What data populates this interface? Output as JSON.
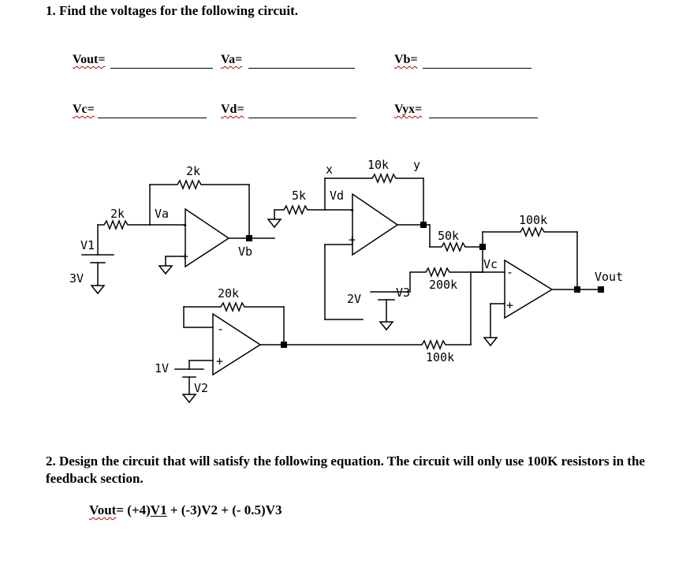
{
  "question1": {
    "text": "1. Find the voltages for the following circuit."
  },
  "answer_fields": [
    {
      "label": "Vout=",
      "value": ""
    },
    {
      "label": "Va=",
      "value": ""
    },
    {
      "label": "Vb=",
      "value": ""
    },
    {
      "label": "Vc=",
      "value": ""
    },
    {
      "label": "Vd=",
      "value": ""
    },
    {
      "label": "Vyx=",
      "value": ""
    }
  ],
  "circuit": {
    "labels": {
      "v1": "V1",
      "v1_value": "3V",
      "r_in1": "2k",
      "node_a": "Va",
      "r_fb1": "2k",
      "node_b": "Vb",
      "r_5k": "5k",
      "node_x": "x",
      "node_d": "Vd",
      "r_10k": "10k",
      "node_y": "y",
      "r_50k": "50k",
      "r_100k_top": "100k",
      "node_c": "Vc",
      "vout": "Vout",
      "r_200k": "200k",
      "v3_value": "2V",
      "v3": "V3",
      "r_100k_bottom": "100k",
      "r_20k": "20k",
      "v2_value": "1V",
      "v2": "V2",
      "plus": "+",
      "minus": "-"
    }
  },
  "question2": {
    "text": "2. Design the circuit that will satisfy the following equation. The circuit will only use 100K resistors in the feedback section.",
    "eq_vout": "Vout",
    "eq_rest1": "= (+4)",
    "eq_v1": "V1",
    "eq_rest2": " + (-3)V2 + (- 0.5)V3"
  }
}
